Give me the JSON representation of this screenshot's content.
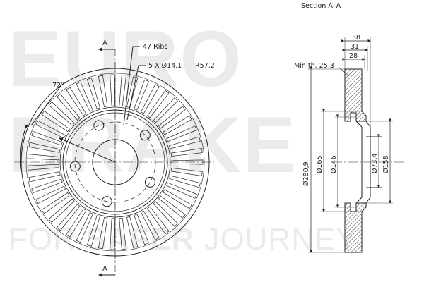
{
  "watermark": {
    "line1": "EURO",
    "line2": "BRAKE",
    "tagline_before": "FOR ",
    "tagline_bold": "SAFER",
    "tagline_after": " JOURNEY"
  },
  "front_view": {
    "section_marker_top": "A",
    "section_marker_bottom": "A",
    "ribs_label": "47 Ribs",
    "bolt_label": "5 X Ø14.1",
    "radius_label": "R57.2",
    "angle_label": "72°",
    "rib_count": 47,
    "bolt_hole_count": 5
  },
  "section_view": {
    "title": "Section A–A",
    "min_thickness_label": "Min th. 25,3",
    "widths": [
      "38",
      "31",
      "28"
    ],
    "diameters": [
      "Ø280,9",
      "Ø165",
      "Ø146",
      "Ø73,4",
      "Ø158"
    ]
  },
  "colors": {
    "line": "#222222",
    "watermark": "#ebebeb"
  }
}
